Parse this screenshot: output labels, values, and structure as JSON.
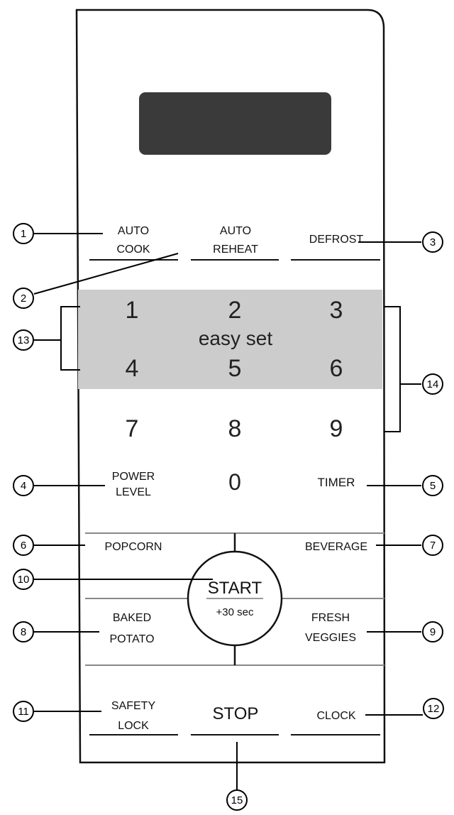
{
  "colors": {
    "panel_outline": "#111111",
    "display": "#3a3a3a",
    "easy_set_band": "#cccccc",
    "divider": "#888888",
    "leader": "#000000"
  },
  "display": {
    "icon": "display-window"
  },
  "top_buttons": {
    "auto_cook": [
      "AUTO",
      "COOK"
    ],
    "auto_reheat": [
      "AUTO",
      "REHEAT"
    ],
    "defrost": "DEFROST"
  },
  "keypad": {
    "easy_set_label": "easy set",
    "keys": [
      "1",
      "2",
      "3",
      "4",
      "5",
      "6",
      "7",
      "8",
      "9",
      "0"
    ]
  },
  "function_buttons": {
    "power_level": [
      "POWER",
      "LEVEL"
    ],
    "timer": "TIMER",
    "popcorn": "POPCORN",
    "beverage": "BEVERAGE",
    "baked_potato": [
      "BAKED",
      "POTATO"
    ],
    "fresh_veggies": [
      "FRESH",
      "VEGGIES"
    ],
    "start": "START",
    "start_sub": "+30 sec"
  },
  "bottom_buttons": {
    "safety_lock": [
      "SAFETY",
      "LOCK"
    ],
    "stop": "STOP",
    "clock": "CLOCK"
  },
  "callouts": [
    "1",
    "2",
    "3",
    "4",
    "5",
    "6",
    "7",
    "8",
    "9",
    "10",
    "11",
    "12",
    "13",
    "14",
    "15"
  ]
}
